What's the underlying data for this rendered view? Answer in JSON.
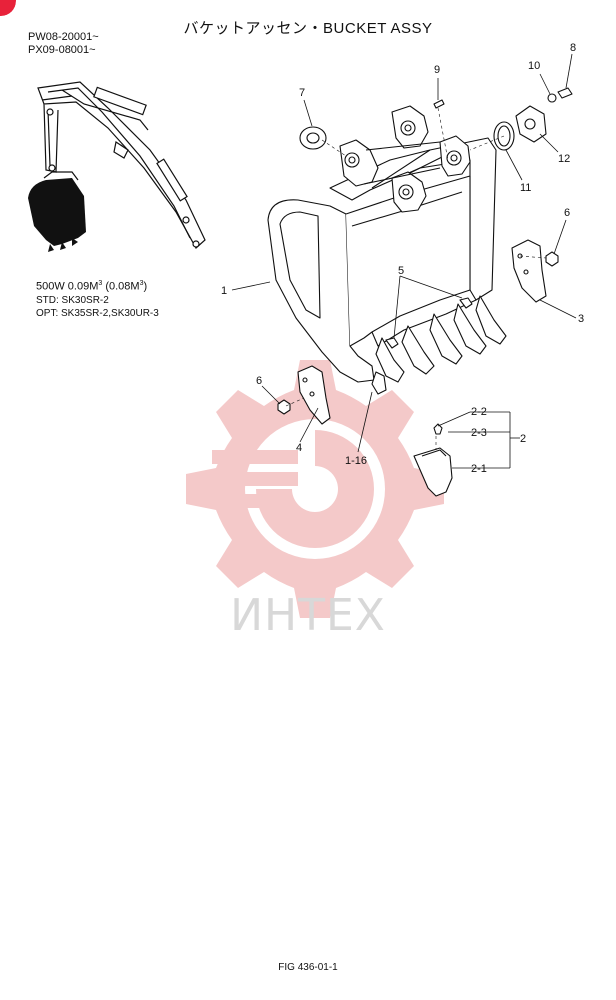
{
  "colors": {
    "watermark_red": "#f3c4c4",
    "watermark_gray": "#d8d8d8",
    "badge": "#e8223a",
    "ink": "#111111"
  },
  "header": {
    "title": "バケットアッセン・BUCKET ASSY"
  },
  "serials": [
    "PW08-20001~",
    "PX09-08001~"
  ],
  "capacity": {
    "line1_prefix": "500W  0.09M",
    "line1_exp1": "3",
    "line1_mid": " (0.08M",
    "line1_exp2": "3",
    "line1_suffix": ")",
    "std": "STD: SK30SR-2",
    "opt": "OPT: SK35SR-2,SK30UR-3"
  },
  "callouts": {
    "c1": "1",
    "c1_16": "1-16",
    "c2": "2",
    "c2_1": "2-1",
    "c2_2": "2-2",
    "c2_3": "2-3",
    "c3": "3",
    "c4": "4",
    "c5": "5",
    "c6_left": "6",
    "c6_right": "6",
    "c7": "7",
    "c9": "9",
    "c10": "10",
    "c11": "11",
    "c12": "12"
  },
  "watermark": {
    "text": "ИНТЕХ",
    "icon": "gear-logo-icon"
  },
  "footer": {
    "fig_label": "FIG  436-01-1"
  }
}
